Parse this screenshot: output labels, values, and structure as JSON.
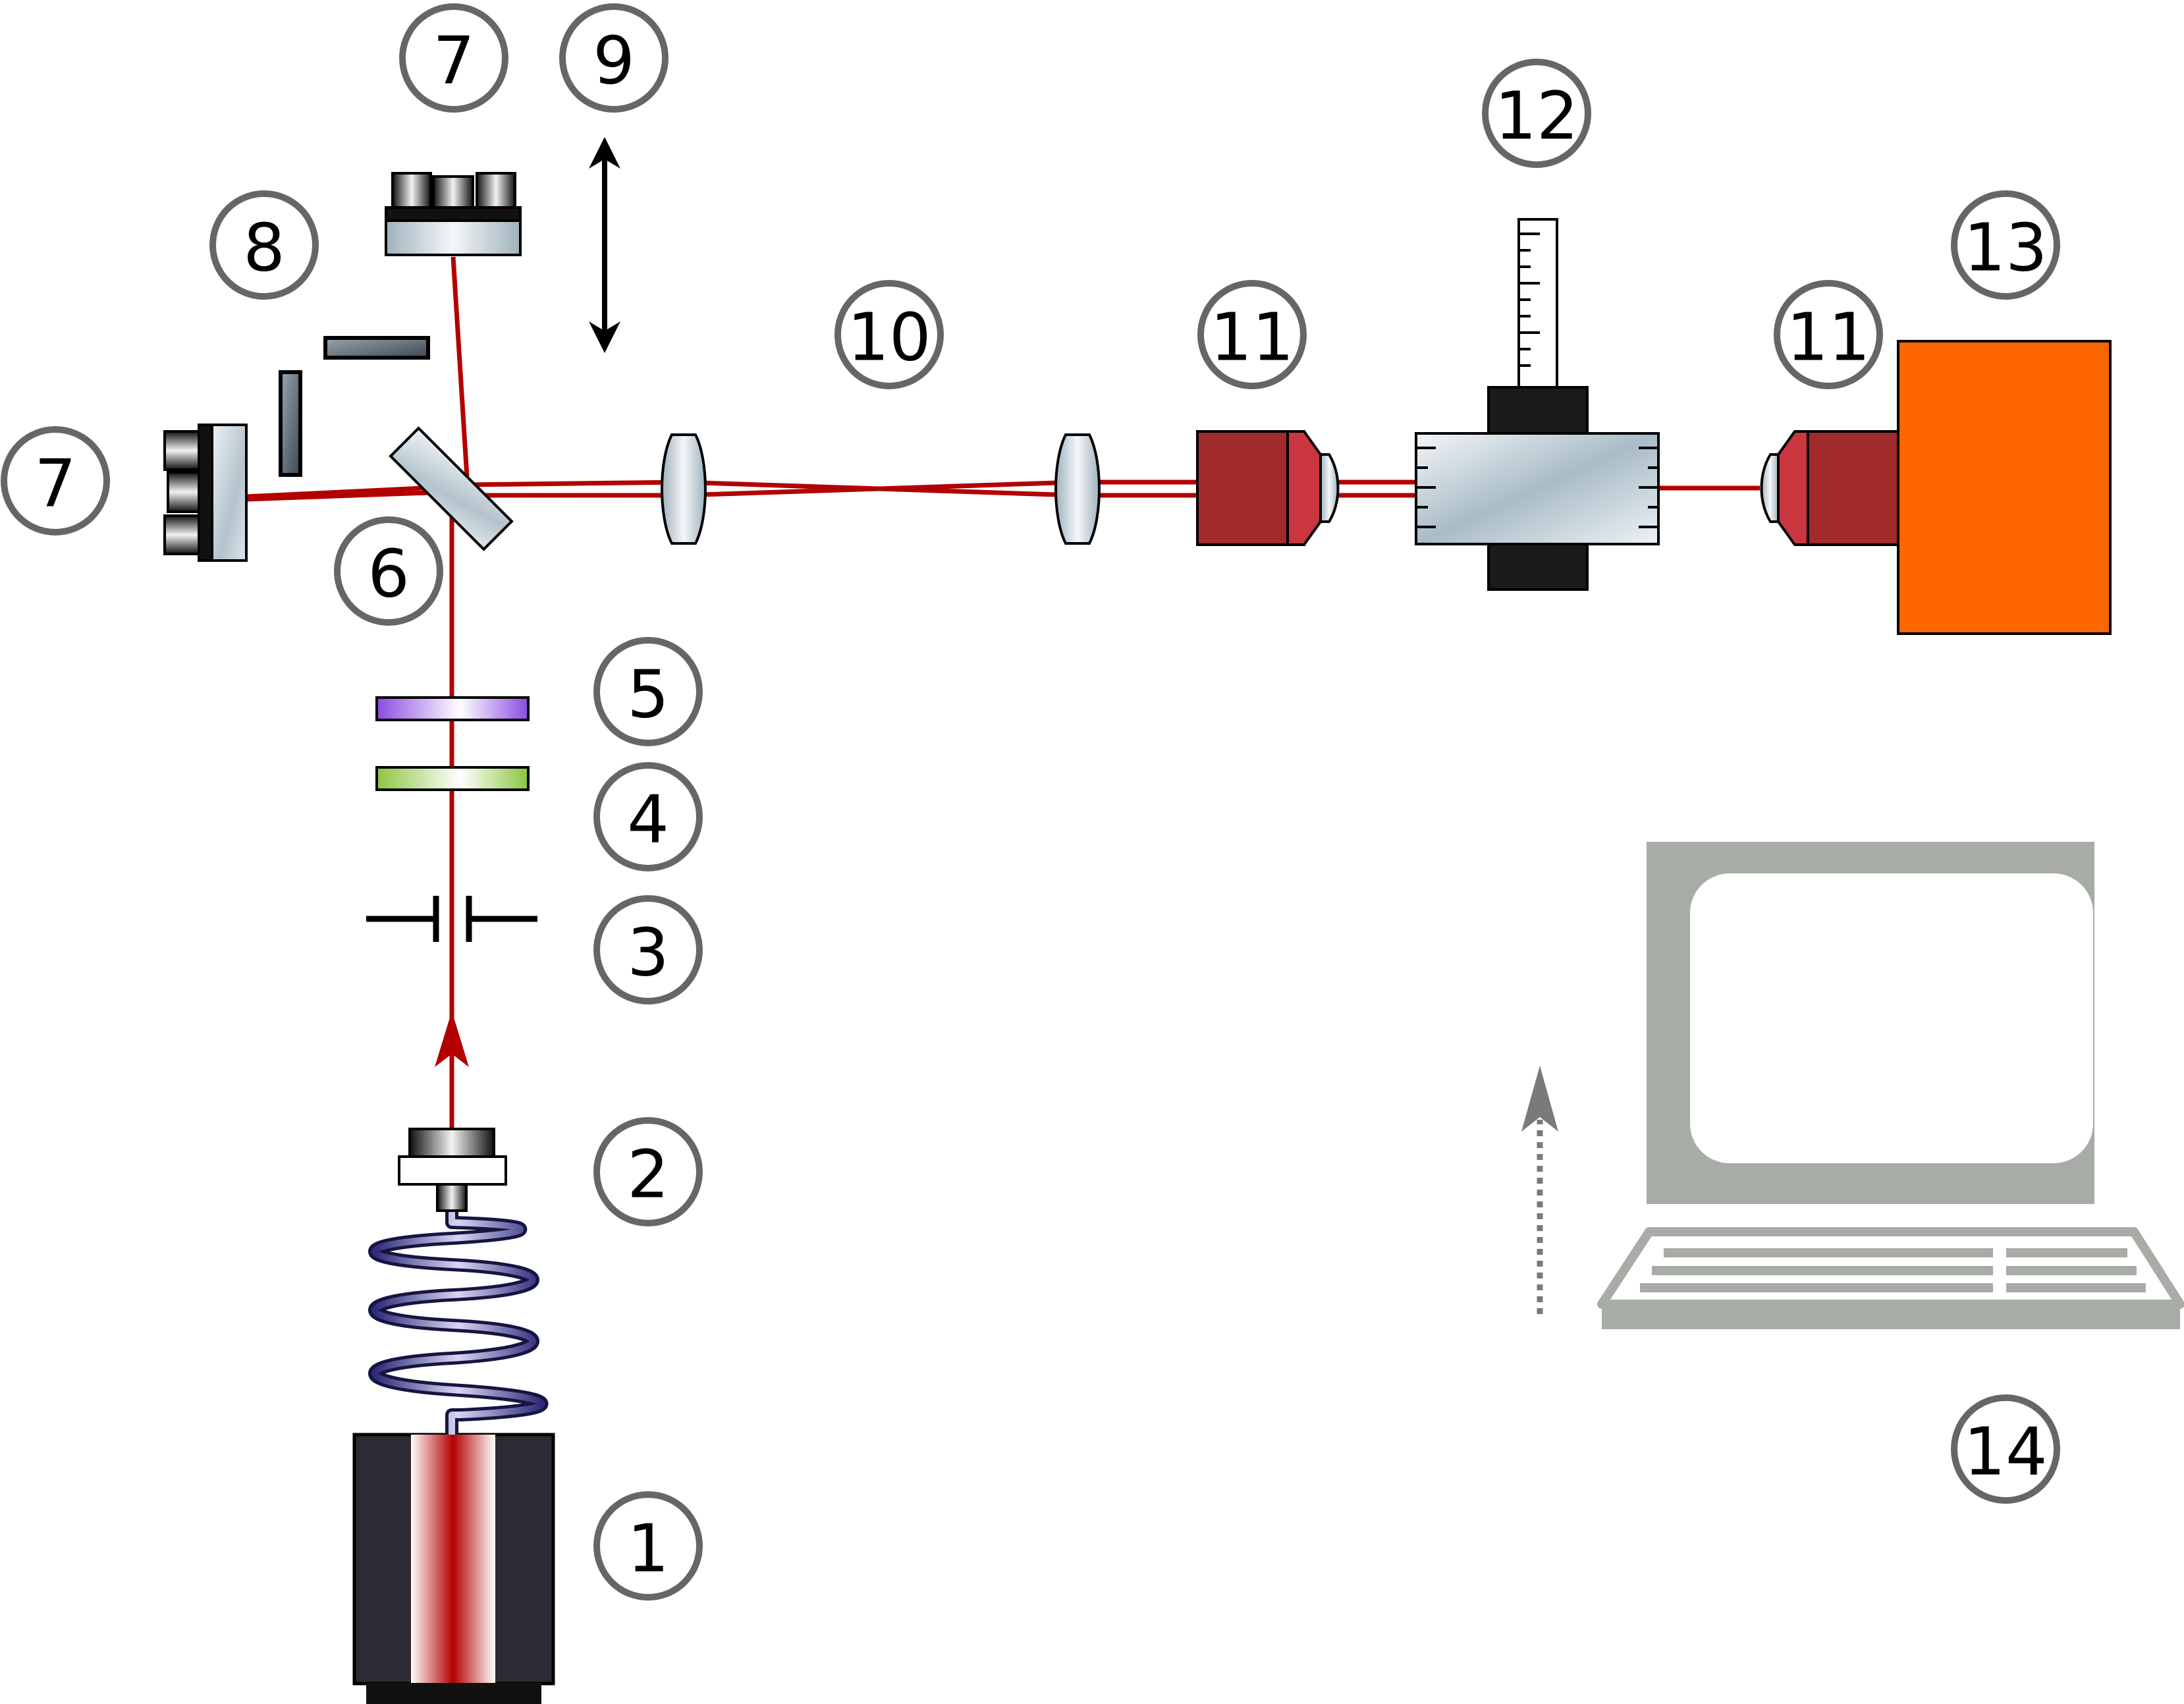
{
  "colors": {
    "beam": "#b30000",
    "fiber": "#2d2a7a",
    "objective": "#a12a2a",
    "objective_light": "#c9363f",
    "camera": "#ff6600",
    "computer": "#a8aca6",
    "label_ring": "#666666",
    "dark_housing": "#2e2a33",
    "polarizer": "#8a4be0",
    "waveplate": "#8cc63f"
  },
  "components": [
    {
      "id": "laser-source",
      "label": "1"
    },
    {
      "id": "fiber-collimator",
      "label": "2"
    },
    {
      "id": "aperture",
      "label": "3"
    },
    {
      "id": "waveplate",
      "label": "4"
    },
    {
      "id": "polarizer",
      "label": "5"
    },
    {
      "id": "beam-splitter",
      "label": "6"
    },
    {
      "id": "mirror-top",
      "label": "7"
    },
    {
      "id": "mirror-left",
      "label": "7"
    },
    {
      "id": "shutters",
      "label": "8"
    },
    {
      "id": "translation-axis",
      "label": "9"
    },
    {
      "id": "lens-pair",
      "label": "10"
    },
    {
      "id": "objective-1",
      "label": "11"
    },
    {
      "id": "objective-2",
      "label": "11"
    },
    {
      "id": "sample-stage",
      "label": "12"
    },
    {
      "id": "camera",
      "label": "13"
    },
    {
      "id": "computer",
      "label": "14"
    }
  ]
}
